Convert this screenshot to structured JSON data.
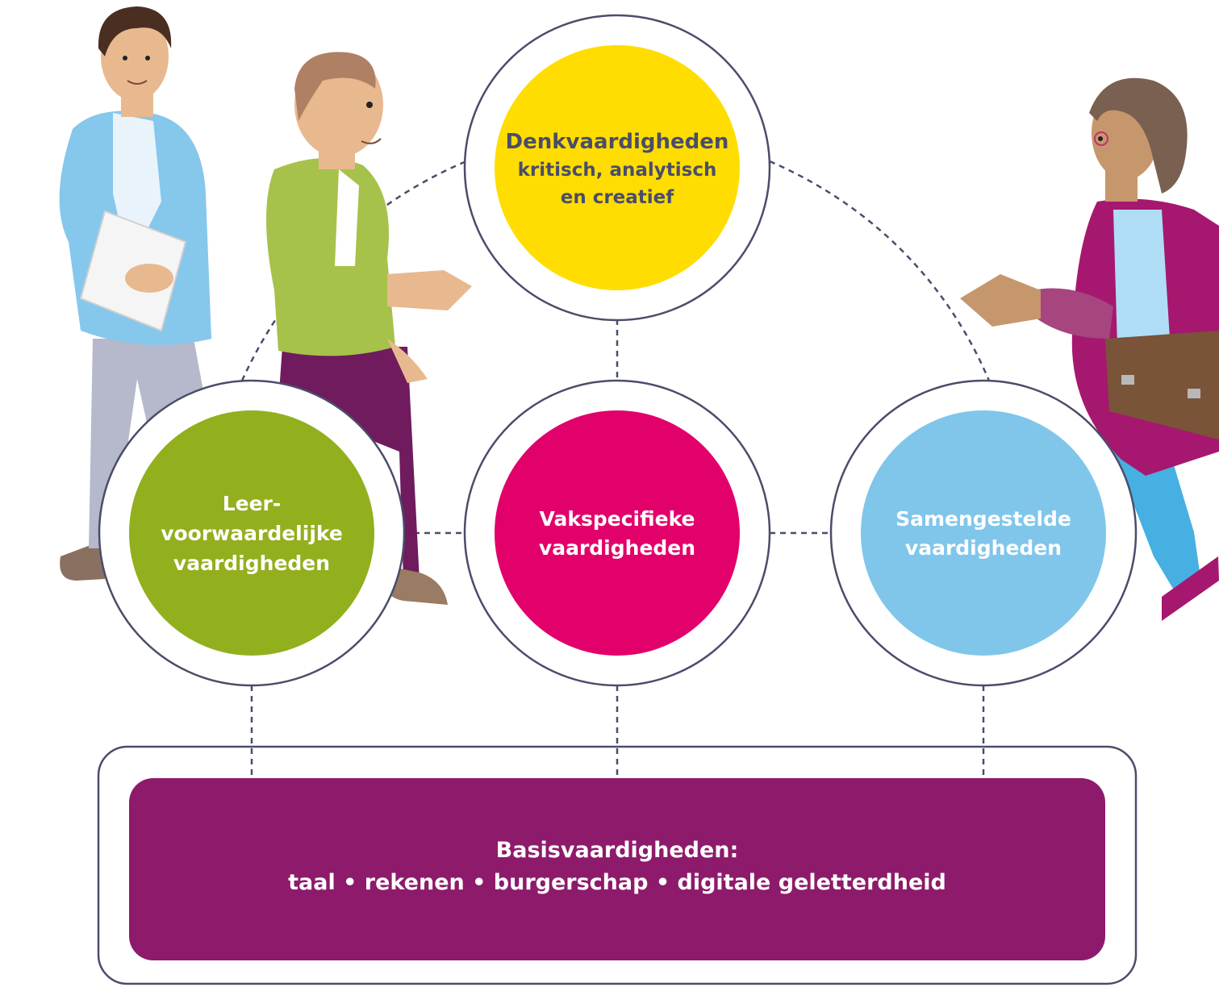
{
  "diagram": {
    "top_node": {
      "title": "Denkvaardigheden",
      "subtitle_line1": "kritisch, analytisch",
      "subtitle_line2": "en creatief",
      "color": "#FFDD00"
    },
    "middle_nodes": [
      {
        "lines": [
          "Leer-",
          "voorwaardelijke",
          "vaardigheden"
        ],
        "color": "#92AF1E"
      },
      {
        "lines": [
          "Vakspecifieke",
          "vaardigheden"
        ],
        "color": "#E2006A"
      },
      {
        "lines": [
          "Samengestelde",
          "vaardigheden"
        ],
        "color": "#7FC6EA"
      }
    ],
    "base": {
      "line1": "Basisvaardigheden:",
      "line2": "taal • rekenen • burgerschap • digitale geletterdheid",
      "color": "#8E1A6B"
    },
    "outline_color": "#4A4D6A",
    "title_text_color": "#4A4D6A",
    "node_text_color": "#FFFFFF"
  }
}
